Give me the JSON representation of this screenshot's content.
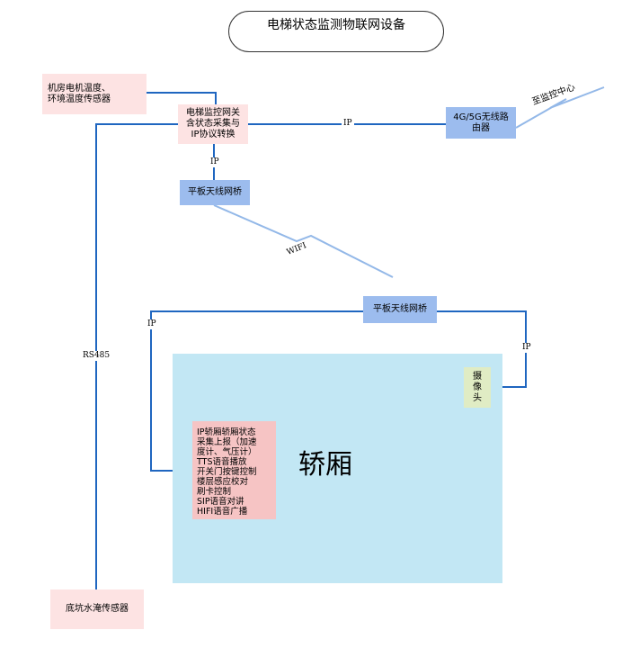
{
  "title": "电梯状态监测物联网设备",
  "nodes": {
    "machine_room_sensor": "机房电机温度、\n环境温度传感器",
    "gateway": "电梯监控网关\n含状态采集与\nIP协议转换",
    "router": "4G/5G无线路\n由器",
    "bridge_top": "平板天线网桥",
    "bridge_bottom": "平板天线网桥",
    "camera": "摄\n像\n头",
    "car_controller": "IP轿厢轿厢状态\n采集上报（加速\n度计、气压计）\nTTS语音播放\n开关门按键控制\n楼层感应校对\n刷卡控制\nSIP语音对讲\nHIFI语音广播",
    "pit_sensor": "底坑水淹传感器",
    "car": "轿厢"
  },
  "edge_labels": {
    "gateway_router": "IP",
    "gateway_bridge": "IP",
    "wifi": "WIFI",
    "bridge_car": "IP",
    "bridge_camera": "IP",
    "rs485": "RS485",
    "monitor_center": "至监控中心"
  },
  "colors": {
    "line": "#1f66c0",
    "wireless": "#93b8e8",
    "node_blue": "#9cbcee",
    "node_pink": "#fde3e3",
    "car": "#c2e7f4"
  }
}
